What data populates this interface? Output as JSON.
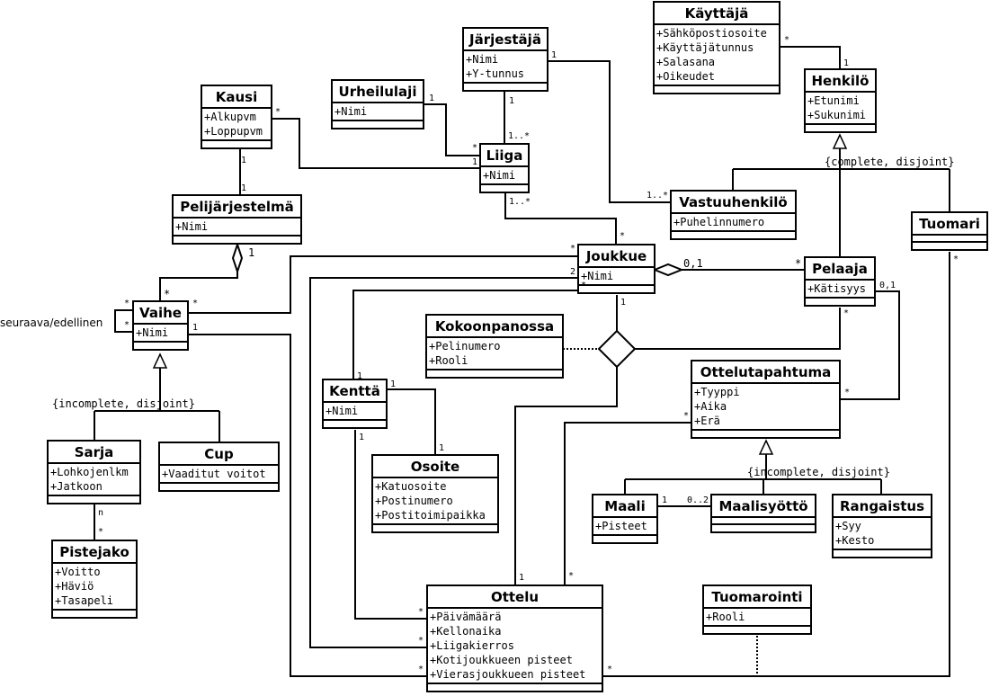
{
  "diagram": {
    "type": "UML class diagram",
    "classes": {
      "kayttaja": {
        "name": "Käyttäjä",
        "attributes": [
          "+Sähköpostiosoite",
          "+Käyttäjätunnus",
          "+Salasana",
          "+Oikeudet"
        ]
      },
      "jarjestaja": {
        "name": "Järjestäjä",
        "attributes": [
          "+Nimi",
          "+Y-tunnus"
        ]
      },
      "urheilulaji": {
        "name": "Urheilulaji",
        "attributes": [
          "+Nimi"
        ]
      },
      "kausi": {
        "name": "Kausi",
        "attributes": [
          "+Alkupvm",
          "+Loppupvm"
        ]
      },
      "liiga": {
        "name": "Liiga",
        "attributes": [
          "+Nimi"
        ]
      },
      "henkilo": {
        "name": "Henkilö",
        "attributes": [
          "+Etunimi",
          "+Sukunimi"
        ]
      },
      "vastuuhenkilo": {
        "name": "Vastuuhenkilö",
        "attributes": [
          "+Puhelinnumero"
        ]
      },
      "tuomari": {
        "name": "Tuomari",
        "attributes": []
      },
      "pelijarjestelma": {
        "name": "Pelijärjestelmä",
        "attributes": [
          "+Nimi"
        ]
      },
      "joukkue": {
        "name": "Joukkue",
        "attributes": [
          "+Nimi"
        ]
      },
      "pelaaja": {
        "name": "Pelaaja",
        "attributes": [
          "+Kätisyys"
        ]
      },
      "vaihe": {
        "name": "Vaihe",
        "attributes": [
          "+Nimi"
        ]
      },
      "kokoonpanossa": {
        "name": "Kokoonpanossa",
        "attributes": [
          "+Pelinumero",
          "+Rooli"
        ]
      },
      "kentta": {
        "name": "Kenttä",
        "attributes": [
          "+Nimi"
        ]
      },
      "ottelutapahtuma": {
        "name": "Ottelutapahtuma",
        "attributes": [
          "+Tyyppi",
          "+Aika",
          "+Erä"
        ]
      },
      "sarja": {
        "name": "Sarja",
        "attributes": [
          "+Lohkojenlkm",
          "+Jatkoon"
        ]
      },
      "cup": {
        "name": "Cup",
        "attributes": [
          "+Vaaditut voitot"
        ]
      },
      "osoite": {
        "name": "Osoite",
        "attributes": [
          "+Katuosoite",
          "+Postinumero",
          "+Postitoimipaikka"
        ]
      },
      "maali": {
        "name": "Maali",
        "attributes": [
          "+Pisteet"
        ]
      },
      "maalisyotto": {
        "name": "Maalisyöttö",
        "attributes": []
      },
      "rangaistus": {
        "name": "Rangaistus",
        "attributes": [
          "+Syy",
          "+Kesto"
        ]
      },
      "pistejako": {
        "name": "Pistejako",
        "attributes": [
          "+Voitto",
          "+Häviö",
          "+Tasapeli"
        ]
      },
      "ottelu": {
        "name": "Ottelu",
        "attributes": [
          "+Päivämäärä",
          "+Kellonaika",
          "+Liigakierros",
          "+Kotijoukkueen pisteet",
          "+Vierasjoukkueen pisteet"
        ]
      },
      "tuomarointi": {
        "name": "Tuomarointi",
        "attributes": [
          "+Rooli"
        ]
      }
    },
    "constraints": {
      "henkilo_gen": "{complete, disjoint}",
      "vaihe_gen": "{incomplete, disjoint}",
      "ottelutapahtuma_gen": "{incomplete, disjoint}"
    },
    "role_labels": {
      "vaihe_self": "seuraava/edellinen"
    },
    "multiplicities": {
      "kayttaja_henkilo_k": "*",
      "kayttaja_henkilo_h": "1",
      "jarjestaja_vastuu_j": "1",
      "jarjestaja_vastuu_v": "1..*",
      "jarjestaja_liiga_j": "1",
      "jarjestaja_liiga_l": "1..*",
      "urheilulaji_liiga_u": "1",
      "urheilulaji_liiga_l": "*",
      "kausi_liiga_k": "*",
      "kausi_liiga_l": "1",
      "kausi_peli_k": "1",
      "kausi_peli_p": "1",
      "liiga_joukkue_l": "1..*",
      "liiga_joukkue_j": "*",
      "peli_vaihe_p": "1",
      "peli_vaihe_v": "*",
      "vaihe_self_a": "*",
      "vaihe_self_b": "*",
      "vaihe_joukkue_v": "*",
      "vaihe_joukkue_j": "*",
      "vaihe_ottelu_v": "1",
      "vaihe_ottelu_o": "*",
      "joukkue_pelaaja_j": "0,1",
      "joukkue_pelaaja_p": "*",
      "joukkue_ottelu_j": "2",
      "joukkue_ottelu_o": "*",
      "joukkue_kentta_j": "*",
      "joukkue_kentta_k": "1",
      "joukkue_assoc": "1",
      "pelaaja_assoc": "*",
      "pelaaja_tapahtuma_p": "0,1",
      "pelaaja_tapahtuma_t": "*",
      "kentta_osoite_k": "1",
      "kentta_osoite_o": "1",
      "kentta_ottelu_k": "1",
      "kentta_ottelu_o": "*",
      "assoc_ottelu": "1",
      "tapahtuma_ottelu_t": "*",
      "tapahtuma_ottelu_o": "*",
      "sarja_pistejako_s": "n",
      "sarja_pistejako_p": "*",
      "maali_syotto_m": "1",
      "maali_syotto_s": "0..2",
      "tuomari_ottelu_t": "*",
      "tuomari_ottelu_o": "*"
    }
  }
}
